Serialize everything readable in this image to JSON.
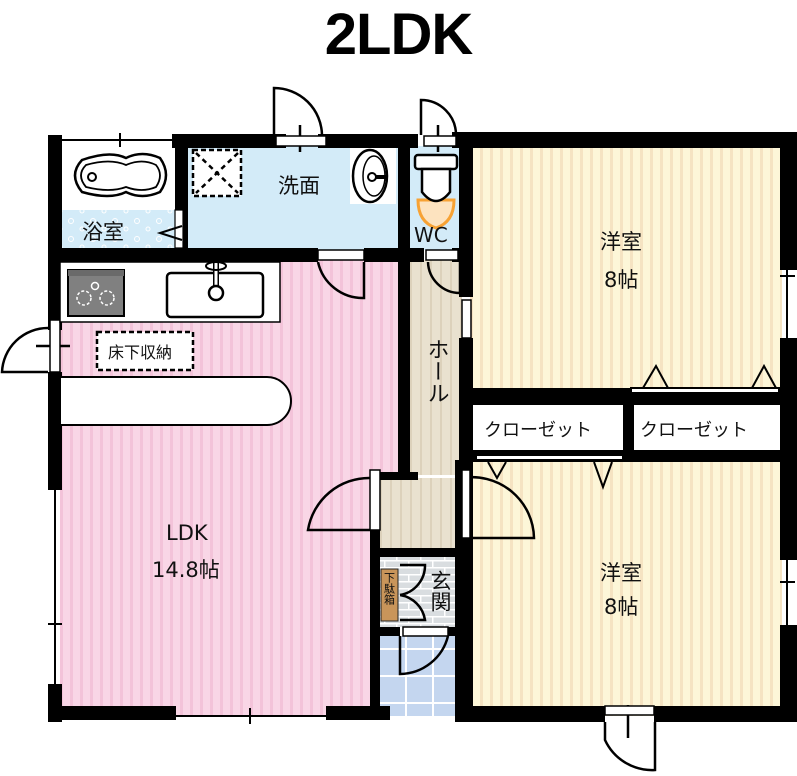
{
  "title": "2LDK",
  "colors": {
    "wall": "#000000",
    "ldk_floor": "#f9d6e6",
    "ldk_stripe": "#f3c3d9",
    "western_floor": "#fdf6d8",
    "western_stripe": "#f7e4bf",
    "hall_floor": "#e9e1cf",
    "hall_stripe": "#ddd2bb",
    "wet_area": "#d3ebf8",
    "entrance_tile": "#c4d6ef",
    "genkan_tile": "#d9dde0",
    "shoe_box": "#c9955a",
    "kitchen_stove": "#808080",
    "toilet_mat": "#f7a234"
  },
  "rooms": {
    "bathroom": {
      "label": "浴室"
    },
    "washroom": {
      "label": "洗面"
    },
    "wc": {
      "label": "WC"
    },
    "western1": {
      "label": "洋室",
      "size": "8帖"
    },
    "western2": {
      "label": "洋室",
      "size": "8帖"
    },
    "ldk": {
      "label": "LDK",
      "size": "14.8帖"
    },
    "hall": {
      "label": "ホール"
    },
    "entrance": {
      "label": "玄関"
    },
    "underfloor_storage": {
      "label": "床下収納"
    },
    "closet1": {
      "label": "クローゼット"
    },
    "closet2": {
      "label": "クローゼット"
    },
    "shoe_box": {
      "label": "下駄箱"
    }
  }
}
